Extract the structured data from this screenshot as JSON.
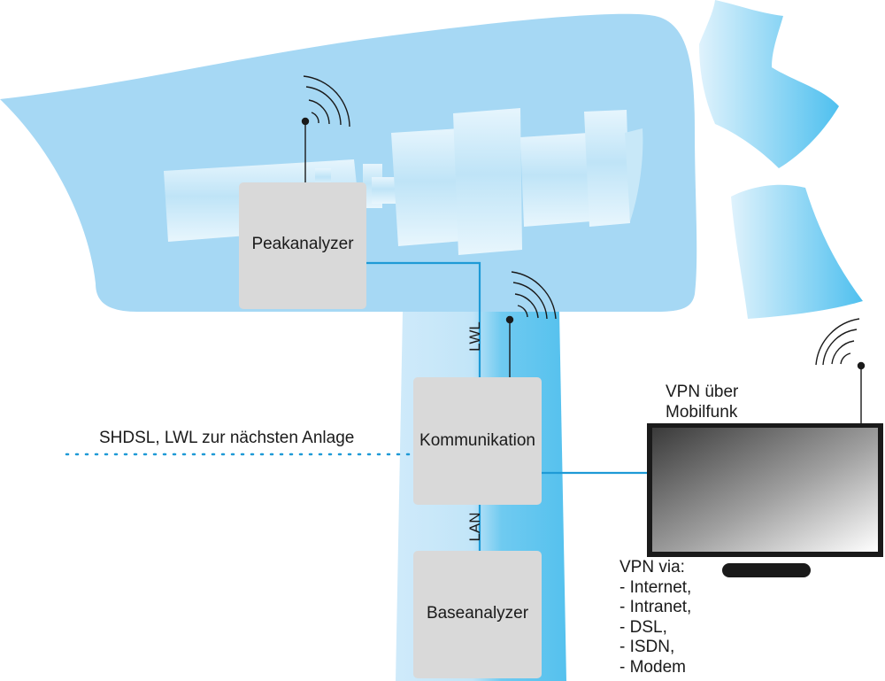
{
  "components": {
    "peakanalyzer": "Peakanalyzer",
    "kommunikation": "Kommunikation",
    "baseanalyzer": "Baseanalyzer"
  },
  "links": {
    "lwl": "LWL",
    "lan": "LAN"
  },
  "external_link": "SHDSL, LWL zur nächsten Anlage",
  "vpn_header": [
    "VPN über",
    "Mobilfunk"
  ],
  "vpn_via": {
    "title": "VPN via:",
    "items": [
      "- Internet,",
      "- Intranet,",
      "- DSL,",
      "- ISDN,",
      "- Modem"
    ]
  },
  "colors": {
    "nacelle": "#a6d8f4",
    "tower_light": "#d3ecfa",
    "tower_dark": "#5cc4ef",
    "box": "#d9d9d9",
    "cable": "#1e9ad6"
  }
}
